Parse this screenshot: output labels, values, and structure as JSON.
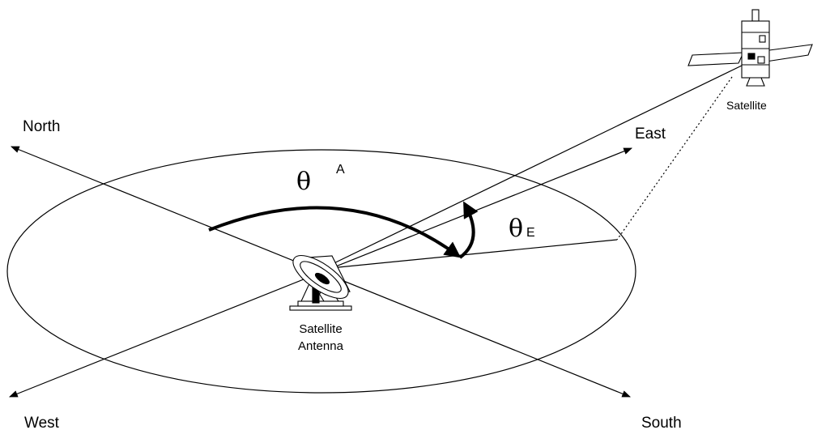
{
  "directions": {
    "north": "North",
    "east": "East",
    "west": "West",
    "south": "South"
  },
  "satellite": {
    "label": "Satellite"
  },
  "antenna": {
    "label_line1": "Satellite",
    "label_line2": "Antenna"
  },
  "angles": {
    "azimuth": {
      "symbol": "θ",
      "subscript": "A"
    },
    "elevation": {
      "symbol": "θ",
      "subscript": "E"
    }
  }
}
